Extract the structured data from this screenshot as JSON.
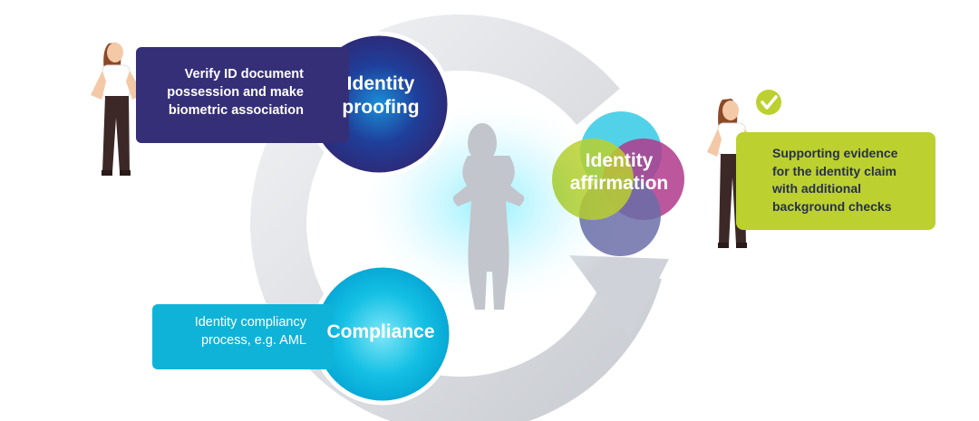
{
  "stages": {
    "proofing": {
      "title_line1": "Identity",
      "title_line2": "proofing",
      "desc_line1": "Verify ID document",
      "desc_line2": "possession and make",
      "desc_line3": "biometric association"
    },
    "compliance": {
      "title": "Compliance",
      "desc_line1": "Identity compliancy",
      "desc_line2": "process, e.g. AML"
    },
    "affirmation": {
      "title_line1": "Identity",
      "title_line2": "affirmation",
      "desc_line1": "Supporting evidence",
      "desc_line2": "for the identity claim",
      "desc_line3": "with additional",
      "desc_line4": "background checks"
    }
  },
  "icons": [
    "check-icon",
    "person-silhouette-icon",
    "woman-illustration-icon",
    "cycle-arrow-icon"
  ],
  "colors": {
    "proofing": "#352f78",
    "compliance": "#10b3d8",
    "affirmation_box": "#bcd02f",
    "affirmation_cyan": "#3fcde6",
    "affirmation_magenta": "#b0398c",
    "affirmation_slate": "#6b6fa8",
    "arrow": "#d6d8dd"
  }
}
